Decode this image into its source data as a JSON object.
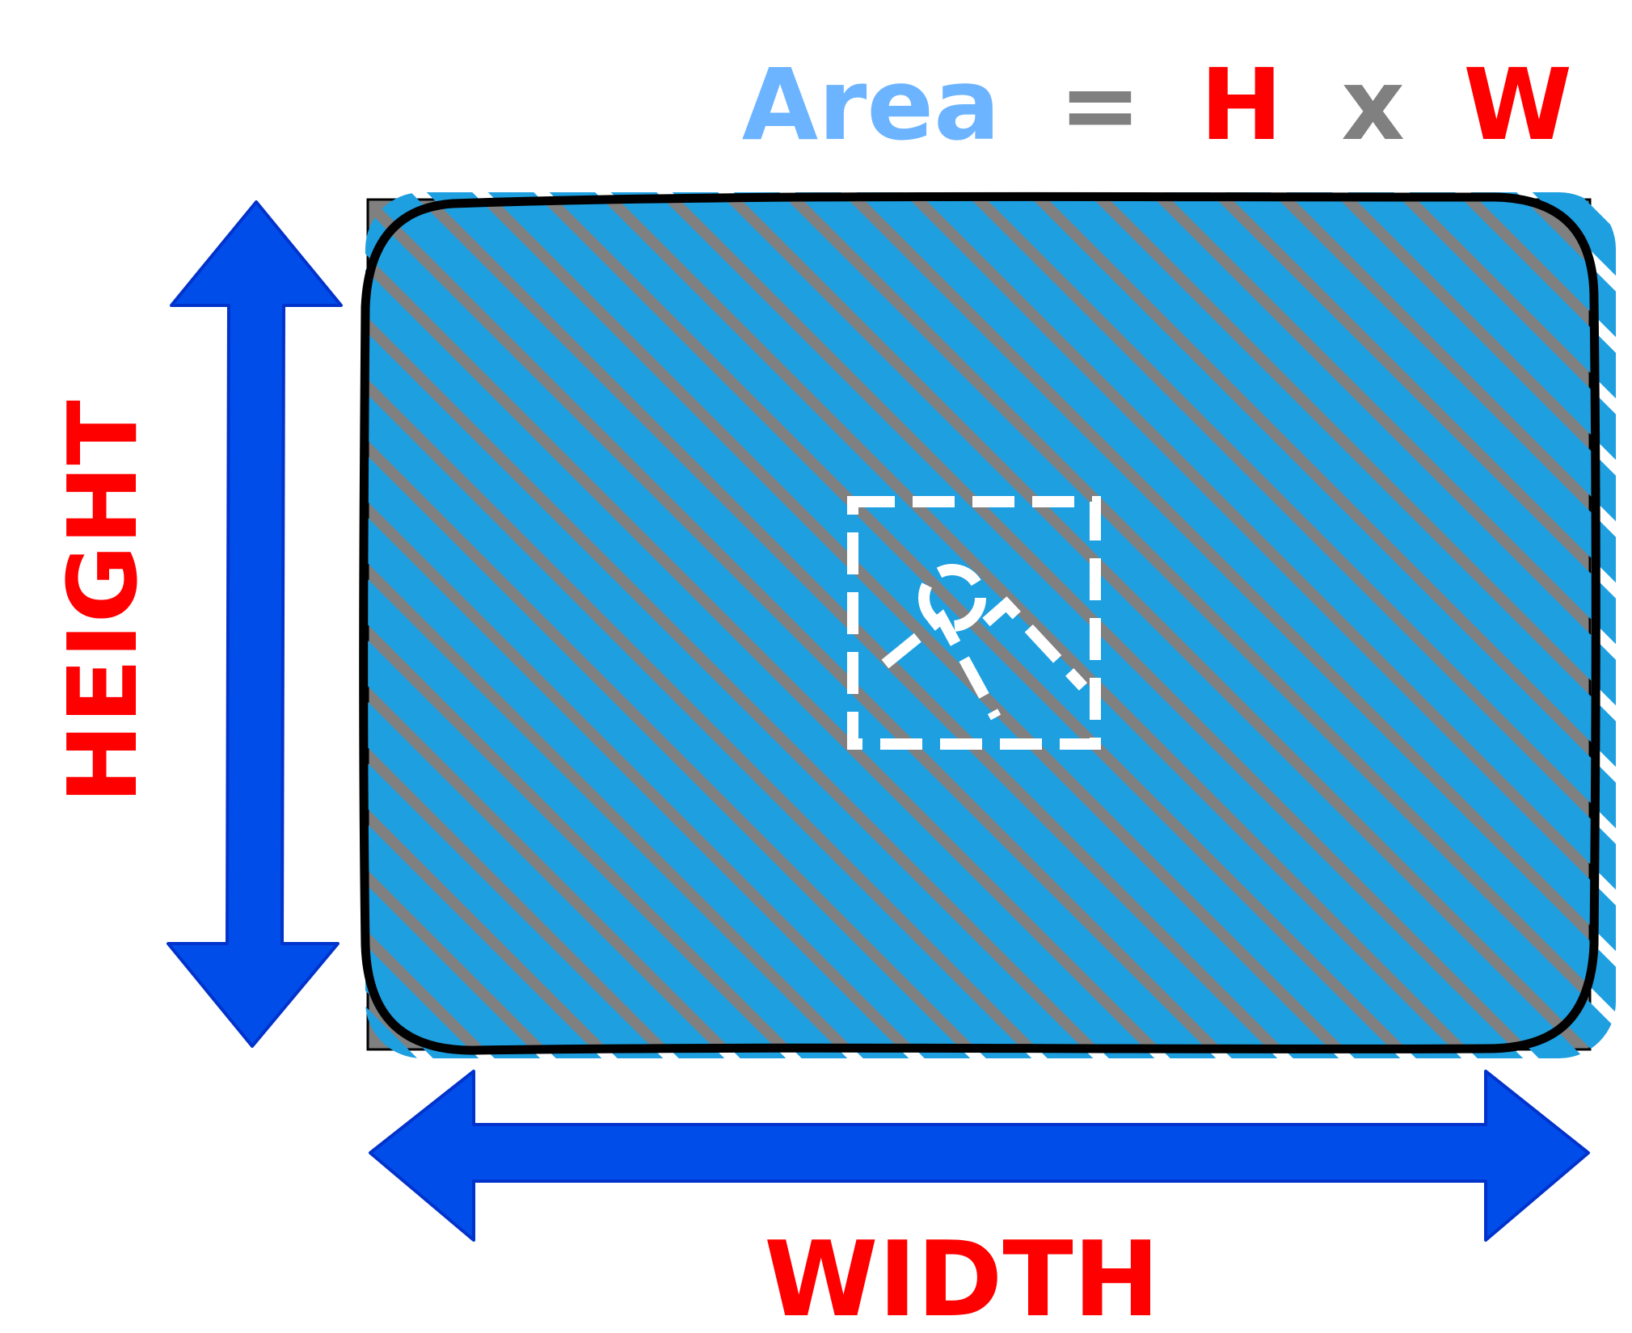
{
  "formula": {
    "area_label": "Area",
    "equals_sign": "=",
    "height_symbol": "H",
    "times_sign": "x",
    "width_symbol": "W"
  },
  "labels": {
    "height": "HEIGHT",
    "width": "WIDTH"
  },
  "icons": {
    "placeholder": "broken-image-icon",
    "height_arrow": "double-arrow-vertical-icon",
    "width_arrow": "double-arrow-horizontal-icon"
  },
  "colors": {
    "area_text": "#6CB4FF",
    "equals_text": "#808080",
    "times_text": "#808080",
    "symbol_text": "#FF0000",
    "dimension_label": "#FF0000",
    "arrow_fill": "#004DEA",
    "arrow_stroke": "#0033CC",
    "rect_fill": "#808080",
    "hatch": "#1E9FE0",
    "outline": "#000000",
    "placeholder_icon": "#FFFFFF"
  }
}
